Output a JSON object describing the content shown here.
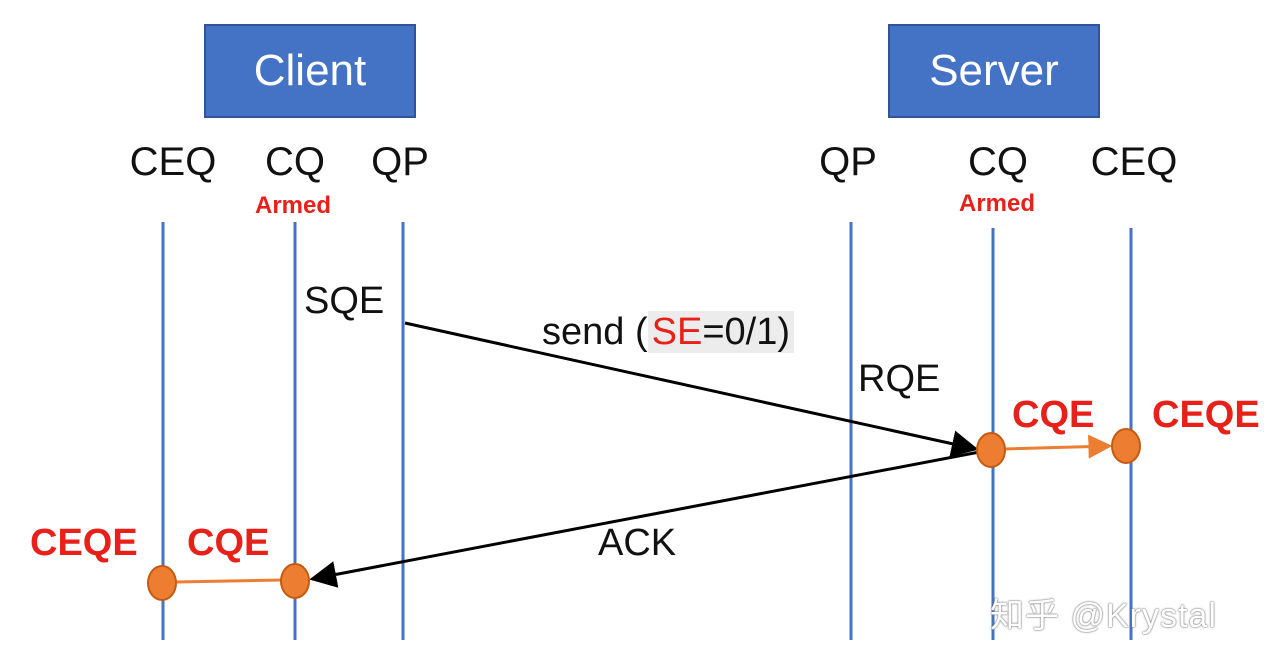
{
  "client": {
    "title": "Client",
    "columns": [
      "CEQ",
      "CQ",
      "QP"
    ],
    "armed": "Armed"
  },
  "server": {
    "title": "Server",
    "columns": [
      "QP",
      "CQ",
      "CEQ"
    ],
    "armed": "Armed"
  },
  "messages": {
    "sqe": "SQE",
    "rqe": "RQE",
    "send_prefix": "send (",
    "send_se": "SE",
    "send_suffix": "=0/1)",
    "ack": "ACK"
  },
  "events": {
    "server_cqe": "CQE",
    "server_ceqe": "CEQE",
    "client_cqe": "CQE",
    "client_ceqe": "CEQE"
  },
  "watermark": "知乎 @Krystal",
  "colors": {
    "box": "#4472c4",
    "lifeline": "#4472c4",
    "event_fill": "#ed7d31",
    "highlight_red": "#e8201a",
    "arrow": "#000000"
  }
}
